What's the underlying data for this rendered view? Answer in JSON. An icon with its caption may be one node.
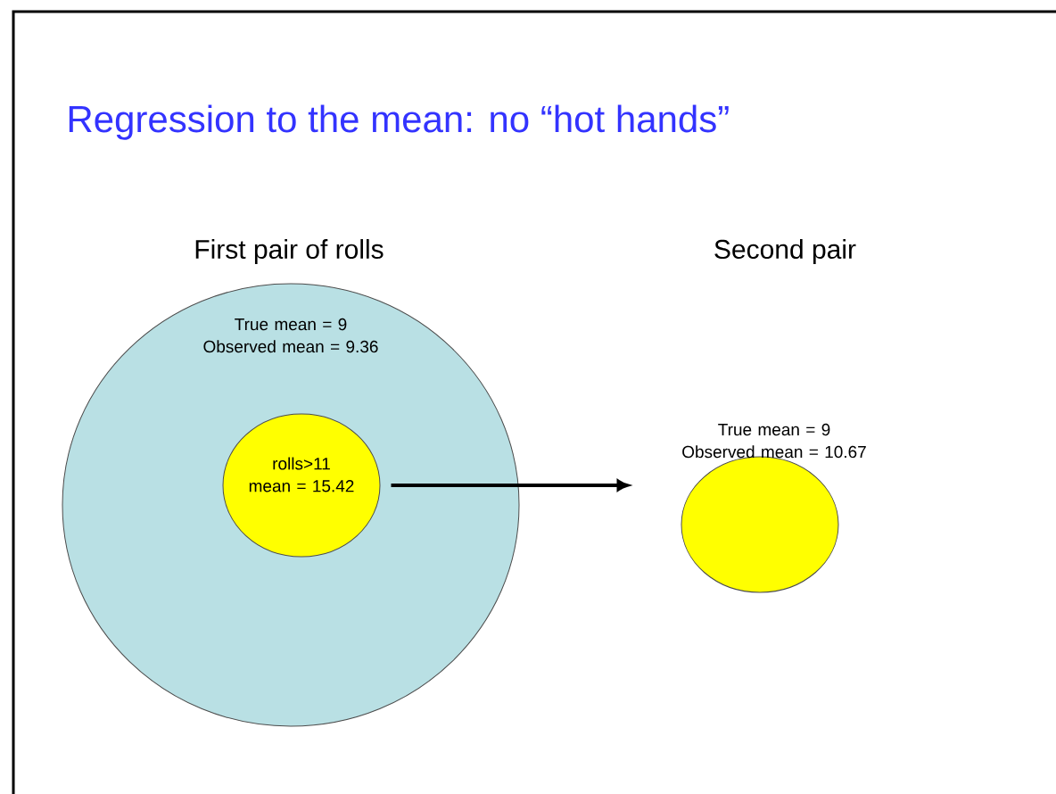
{
  "diagram": {
    "title": "Regression to the mean: no “hot hands”",
    "nodes": [
      {
        "text": [
          "True mean = 9 Observed mean = 9.36"
        ]
      },
      {
        "text": [
          "rolls>11 mean = 15.42"
        ],
        "in": 0
      },
      {
        "text": [
          "True mean = 9 Observed mean = 10.67"
        ]
      }
    ],
    "edges": [
      {
        "from": 1,
        "to": 2,
        "arrow": "to"
      }
    ],
    "labels": [
      "First pair of rolls",
      "Second pair"
    ]
  }
}
